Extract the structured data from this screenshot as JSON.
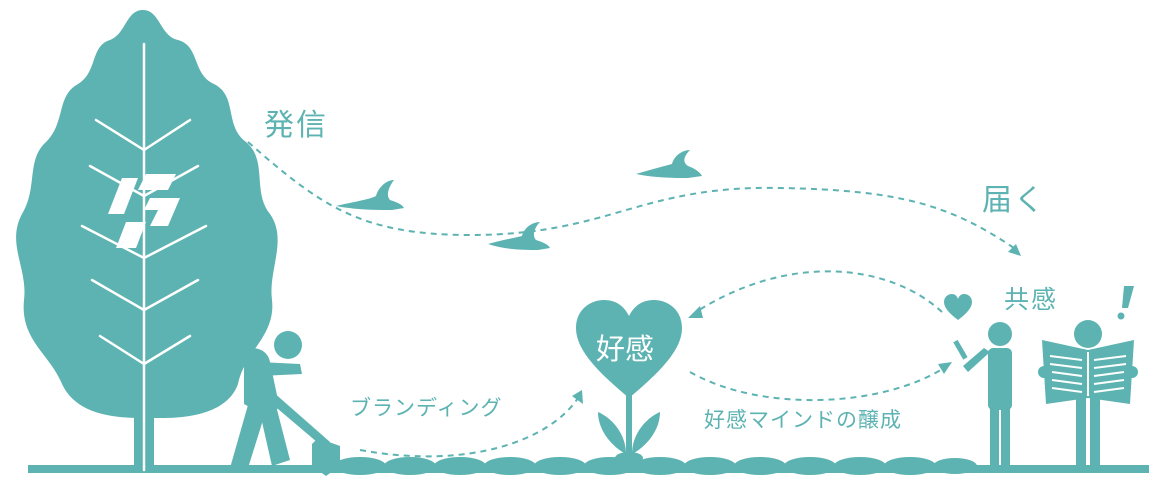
{
  "labels": {
    "hasshin": "発信",
    "todoku": "届く",
    "kyoukan": "共感",
    "koukan": "好感",
    "branding": "ブランディング",
    "jousei": "好感マインドの醸成"
  },
  "colors": {
    "teal": "#5cb3b1",
    "white": "#ffffff"
  },
  "icons": [
    "tree-icon",
    "gardener-digging-icon",
    "bird-icon",
    "heart-flower-icon",
    "person-with-phone-icon",
    "person-reading-newspaper-icon",
    "exclamation-icon"
  ]
}
